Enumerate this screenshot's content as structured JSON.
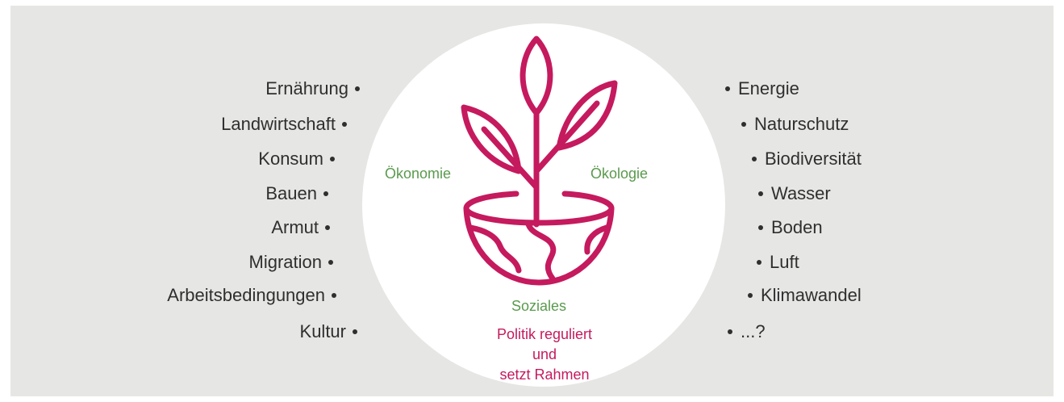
{
  "colors": {
    "background_panel": "#e6e7e4",
    "circle": "#ffffff",
    "text": "#2f2f2f",
    "pillar_green": "#5a9a4d",
    "accent_magenta": "#c51a5e"
  },
  "social_topics": [
    "Ernährung",
    "Landwirtschaft",
    "Konsum",
    "Bauen",
    "Armut",
    "Migration",
    "Arbeitsbedingungen",
    "Kultur"
  ],
  "ecological_topics": [
    "Energie",
    "Naturschutz",
    "Biodiversität",
    "Wasser",
    "Boden",
    "Luft",
    "Klimawandel",
    "...?"
  ],
  "pillars": {
    "economy": "Ökonomie",
    "ecology": "Ökologie",
    "social": "Soziales"
  },
  "politics": {
    "line1": "Politik reguliert und",
    "line2": "setzt Rahmen"
  },
  "icons": {
    "plant": "plant-growing-from-globe-bowl-icon"
  }
}
